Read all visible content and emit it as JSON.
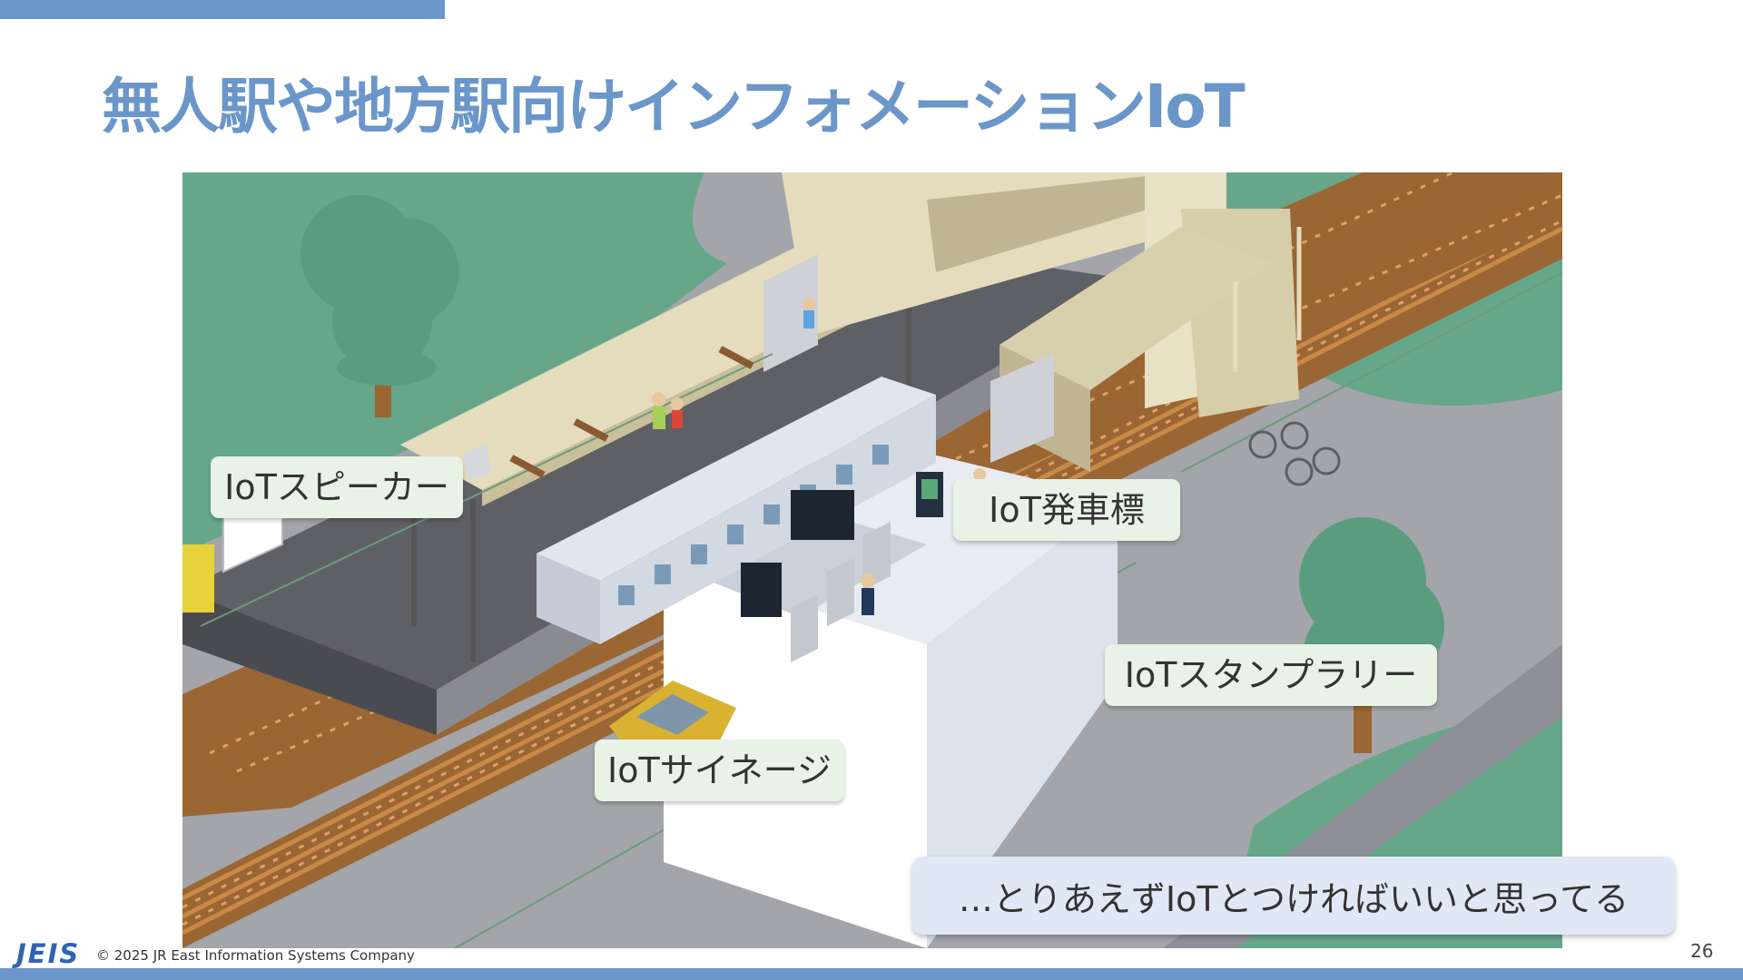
{
  "header": {
    "title": "無人駅や地方駅向けインフォメーションIoT"
  },
  "callouts": {
    "speaker": "IoTスピーカー",
    "departure_indicator": "IoT発車標",
    "stamp_rally": "IoTスタンプラリー",
    "signage": "IoTサイネージ"
  },
  "comment": "…とりあえずIoTとつければいいと思ってる",
  "footer": {
    "logo": "JEIS",
    "copyright": "© 2025 JR East Information Systems Company",
    "page_number": "26"
  },
  "colors": {
    "accent": "#6b96c9",
    "callout_bg": "#e9f2e6",
    "comment_bg": "#e1e8f5"
  }
}
